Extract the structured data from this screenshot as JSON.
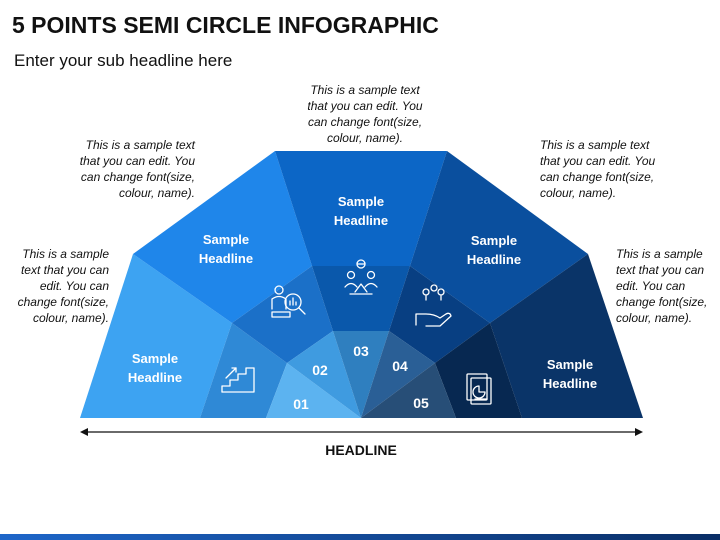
{
  "title": "5 POINTS SEMI CIRCLE INFOGRAPHIC",
  "subtitle": "Enter your sub headline here",
  "axis_label": "HEADLINE",
  "points": [
    {
      "number": "01",
      "headline": [
        "Sample",
        "Headline"
      ],
      "icon": "stairs-icon",
      "color": "#3da3f2",
      "inner": "#2f89d6",
      "core": "#5cb3f0",
      "text": [
        "This is a sample",
        "text that you can",
        "edit. You can",
        "change font(size,",
        "colour, name)."
      ]
    },
    {
      "number": "02",
      "headline": [
        "Sample",
        "Headline"
      ],
      "icon": "analytics-person-icon",
      "color": "#1f86ea",
      "inner": "#1b70c8",
      "core": "#3f9be0",
      "text": [
        "This is a sample text",
        "that you can edit. You",
        "can change font(size,",
        "colour, name)."
      ]
    },
    {
      "number": "03",
      "headline": [
        "Sample",
        "Headline"
      ],
      "icon": "team-money-icon",
      "color": "#0c66c6",
      "inner": "#0a58ab",
      "core": "#2f7fbf",
      "text": [
        "This is a sample text",
        "that you can edit. You",
        "can change font(size,",
        "colour, name)."
      ]
    },
    {
      "number": "04",
      "headline": [
        "Sample",
        "Headline"
      ],
      "icon": "hand-coins-icon",
      "color": "#0a4f9e",
      "inner": "#083f82",
      "core": "#2a5f96",
      "text": [
        "This is a sample text",
        "that you can edit. You",
        "can change font(size,",
        "colour, name)."
      ]
    },
    {
      "number": "05",
      "headline": [
        "Sample",
        "Headline"
      ],
      "icon": "report-icon",
      "color": "#0a3468",
      "inner": "#072851",
      "core": "#274e77",
      "text": [
        "This is a sample",
        "text that you can",
        "edit. You can",
        "change font(size,",
        "colour, name)."
      ]
    }
  ]
}
